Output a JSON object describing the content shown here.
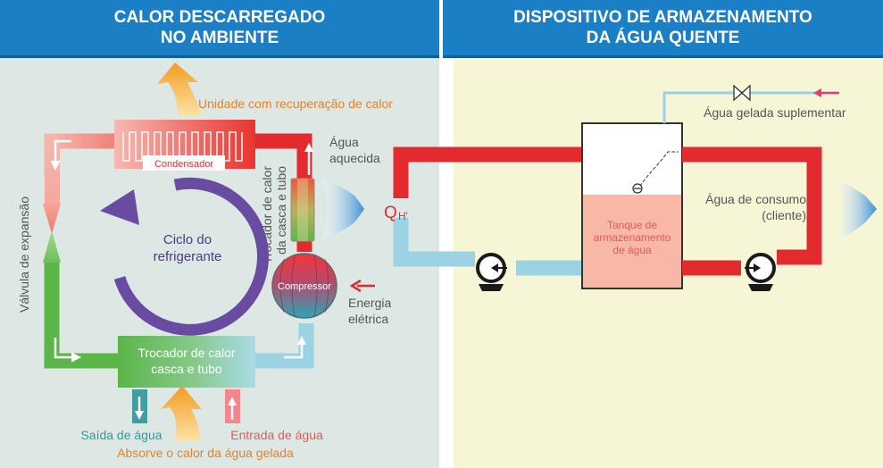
{
  "left_panel": {
    "title_line1": "CALOR DESCARREGADO",
    "title_line2": "NO AMBIENTE",
    "heat_recovery_unit": "Unidade com recuperação de calor",
    "condenser": "Condensador",
    "expansion_valve": "Válvula de expansão",
    "cycle_line1": "Ciclo do",
    "cycle_line2": "refrigerante",
    "hx_vertical_line1": "Trocador de calor",
    "hx_vertical_line2": "da casca e tubo",
    "compressor": "Compressor",
    "hx_bottom_line1": "Trocador de calor",
    "hx_bottom_line2": "casca e tubo",
    "water_out": "Saída de água",
    "water_in": "Entrada de água",
    "absorb_heat": "Absorve o calor da água gelada",
    "electric_line1": "Energia",
    "electric_line2": "elétrica"
  },
  "middle": {
    "heated_water_line1": "Água",
    "heated_water_line2": "aquecida",
    "q_symbol": "Q",
    "q_subscript": "H'"
  },
  "right_panel": {
    "title_line1": "DISPOSITIVO DE ARMAZENAMENTO",
    "title_line2": "DA ÁGUA QUENTE",
    "supplementary_water": "Água gelada suplementar",
    "consumption_line1": "Água de consumo",
    "consumption_line2": "(cliente)",
    "tank_line1": "Tanque de",
    "tank_line2": "armazenamento",
    "tank_line3": "de água"
  },
  "colors": {
    "header_blue": "#1a7fc4",
    "left_bg": "#dde8e4",
    "right_bg": "#f6f6d6",
    "hot_red": "#e32a2e",
    "cold_blue": "#9cd3e4",
    "green": "#5bb648",
    "purple": "#6a4ba2",
    "orange": "#f0a22c",
    "teal": "#3f9ea0",
    "label_orange": "#e8802a",
    "label_red": "#e05c5c",
    "label_teal": "#2e9aa0"
  }
}
